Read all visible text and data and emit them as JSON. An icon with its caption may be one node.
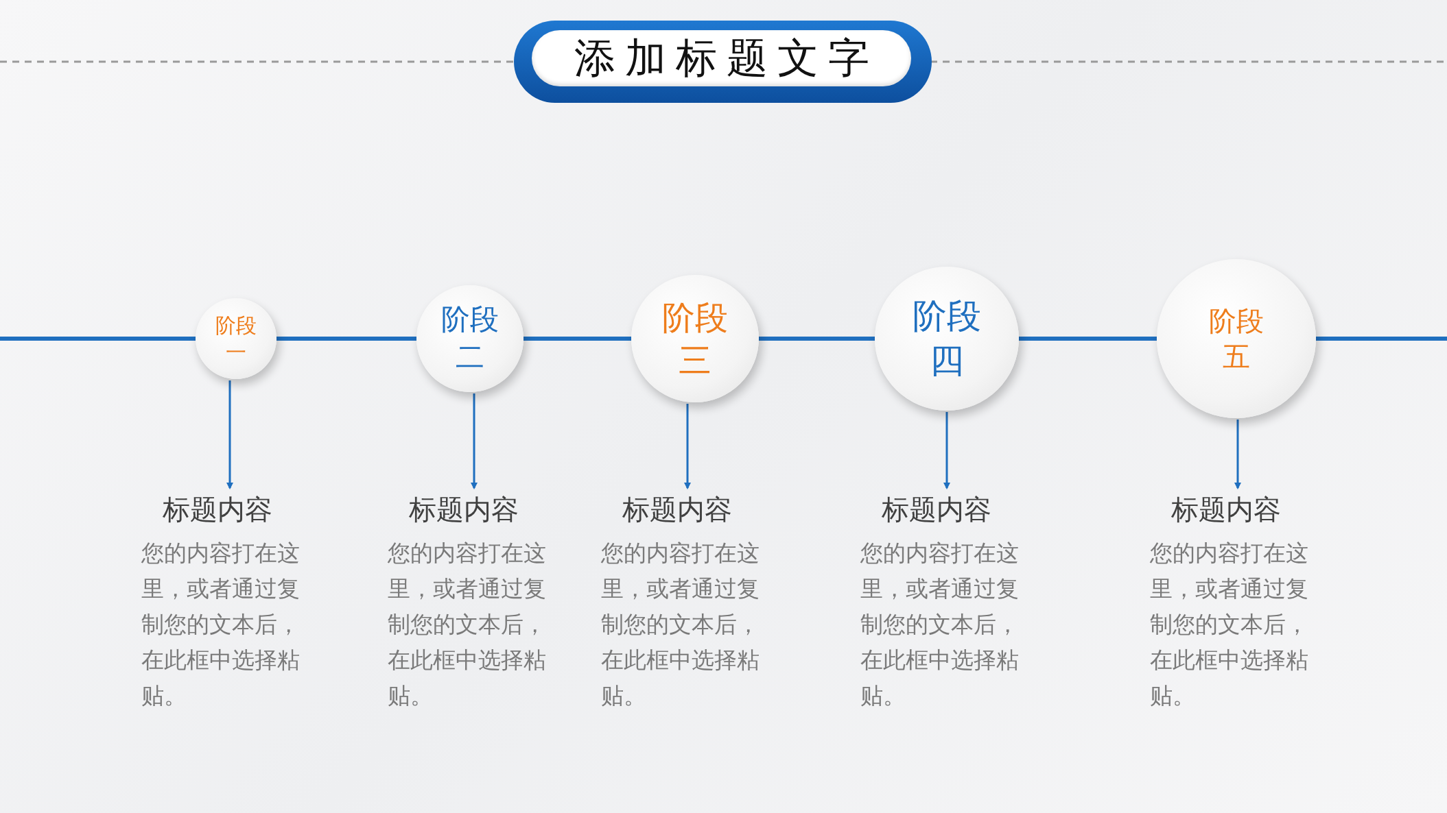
{
  "diagram": {
    "title": "添加标题文字",
    "nodes": [
      {
        "text": [
          "阶段一"
        ]
      },
      {
        "text": [
          "阶段二"
        ]
      },
      {
        "text": [
          "阶段三"
        ]
      },
      {
        "text": [
          "阶段四"
        ]
      },
      {
        "text": [
          "阶段五"
        ]
      },
      {
        "text": [
          "标题内容",
          "您的内容打在这里，或者通过复制您的文本后，在此框中选择粘贴。"
        ]
      },
      {
        "text": [
          "标题内容",
          "您的内容打在这里，或者通过复制您的文本后，在此框中选择粘贴。"
        ]
      },
      {
        "text": [
          "标题内容",
          "您的内容打在这里，或者通过复制您的文本后，在此框中选择粘贴。"
        ]
      },
      {
        "text": [
          "标题内容",
          "您的内容打在这里，或者通过复制您的文本后，在此框中选择粘贴。"
        ]
      },
      {
        "text": [
          "标题内容",
          "您的内容打在这里，或者通过复制您的文本后，在此框中选择粘贴。"
        ]
      }
    ],
    "edges": [
      {
        "from": null,
        "to": 0,
        "arrow": "none"
      },
      {
        "from": 0,
        "to": 1,
        "arrow": "none"
      },
      {
        "from": 1,
        "to": 2,
        "arrow": "none"
      },
      {
        "from": 2,
        "to": 3,
        "arrow": "none"
      },
      {
        "from": 3,
        "to": 4,
        "arrow": "none"
      },
      {
        "from": 4,
        "to": null,
        "arrow": "none"
      },
      {
        "from": 0,
        "to": 5,
        "arrow": "to"
      },
      {
        "from": 1,
        "to": 6,
        "arrow": "to"
      },
      {
        "from": 2,
        "to": 7,
        "arrow": "to"
      },
      {
        "from": 3,
        "to": 8,
        "arrow": "to"
      },
      {
        "from": 4,
        "to": 9,
        "arrow": "to"
      }
    ]
  }
}
